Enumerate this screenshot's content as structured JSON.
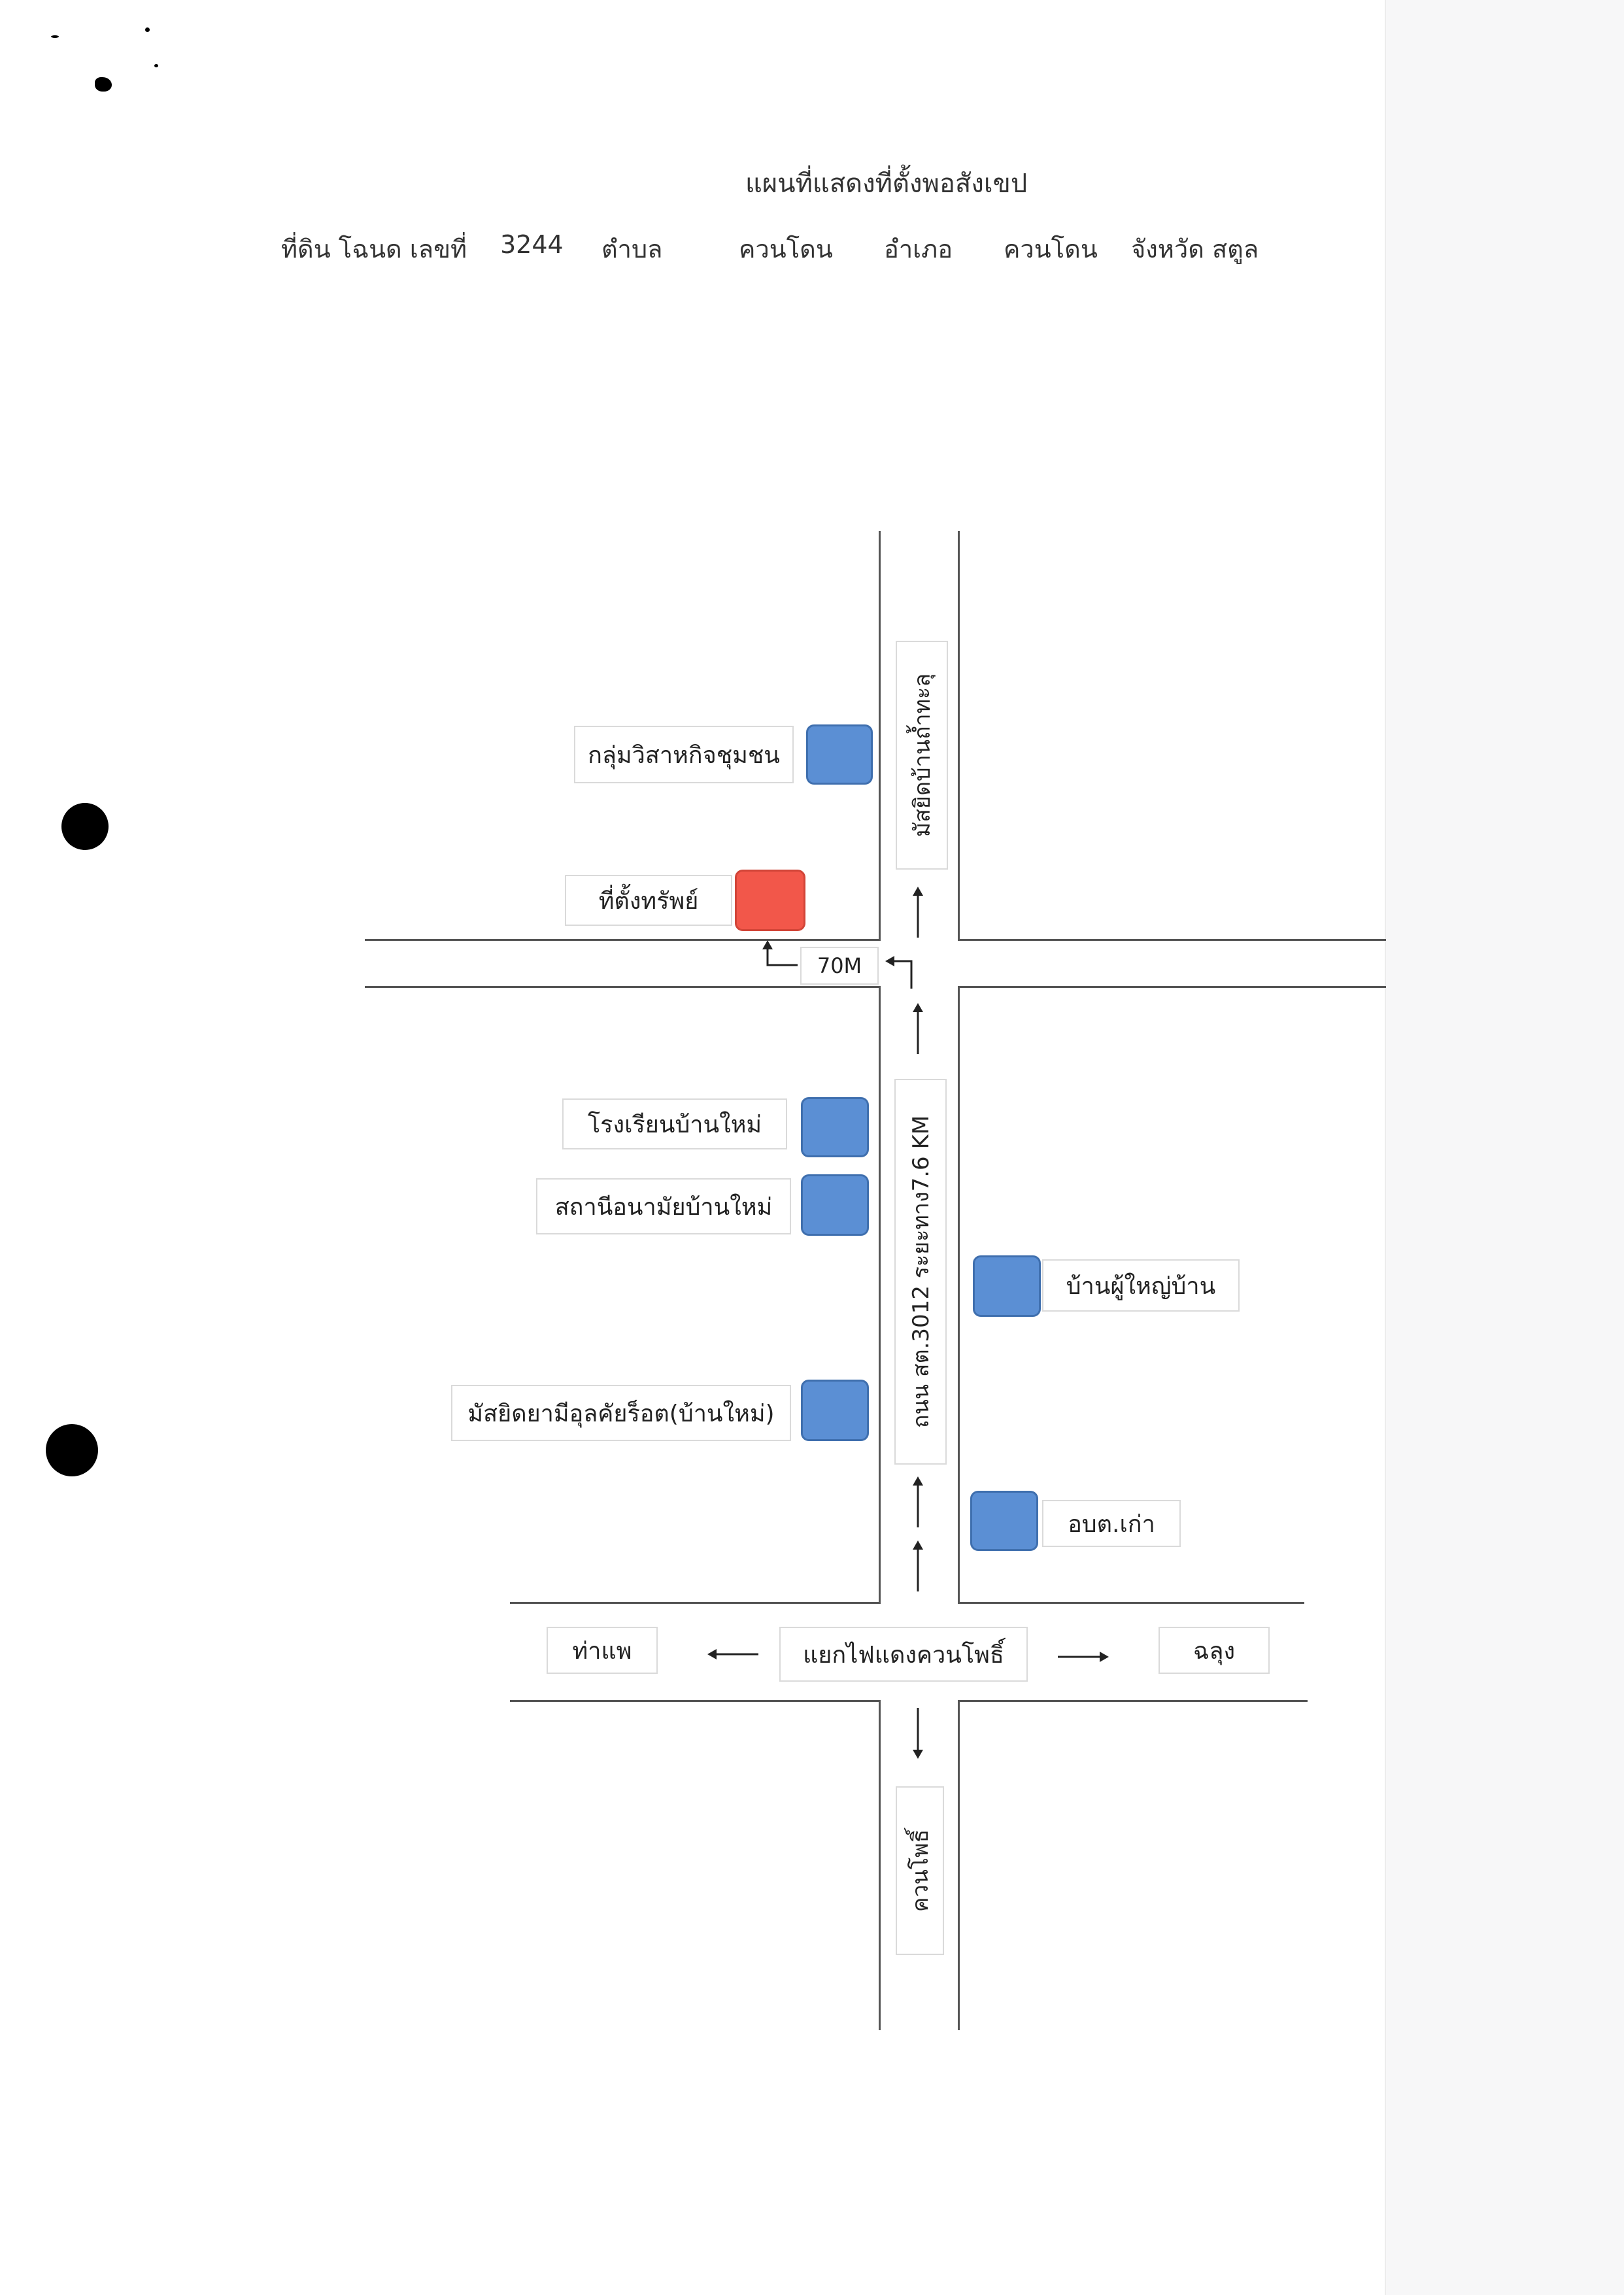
{
  "header": {
    "title": "แผนที่แสดงที่ตั้งพอสังเขป",
    "land_prefix": "ที่ดิน โฉนด เลขที่",
    "deed_number": "3244",
    "tambon_label": "ตำบล",
    "tambon_value": "ควนโดน",
    "amphoe_label": "อำเภอ",
    "amphoe_value": "ควนโดน",
    "province": "จังหวัด  สตูล"
  },
  "roads": {
    "main_road": "ถนน สต.3012  ระยะทาง7.6 KM",
    "north_road": "มัสยิดบ้านถ้ำทะลุ",
    "south_road": "ควนโพธิ์",
    "intersection": "แยกไฟแดงควนโพธิ์",
    "west_destination": "ท่าแพ",
    "east_destination": "ฉลุง",
    "distance": "70M"
  },
  "landmarks": {
    "community_group": "กลุ่มวิสาหกิจชุมชน",
    "property": "ที่ตั้งทรัพย์",
    "school": "โรงเรียนบ้านใหม่",
    "health_station": "สถานีอนามัยบ้านใหม่",
    "village_head": "บ้านผู้ใหญ่บ้าน",
    "mosque": "มัสยิดยามีอุลคัยร็อต(บ้านใหม่)",
    "old_sao": "อบต.เก่า"
  },
  "colors": {
    "landmark_fill": "#5b8fd4",
    "landmark_border": "#3f6fae",
    "property_fill": "#f2574a",
    "property_border": "#d24538"
  }
}
